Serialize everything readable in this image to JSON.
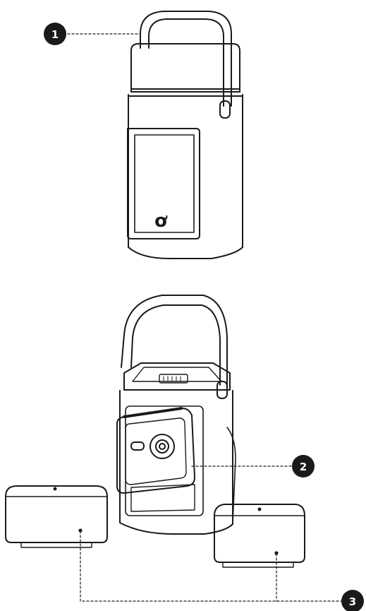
{
  "figure": {
    "callouts": [
      {
        "number": "1",
        "target": "carry-handle"
      },
      {
        "number": "2",
        "target": "projector-unit"
      },
      {
        "number": "3",
        "target": "speaker-modules"
      }
    ],
    "brand_mark": "ơ",
    "colors": {
      "line": "#1a1a1a",
      "background": "#ffffff",
      "badge": "#1a1a1a"
    }
  }
}
